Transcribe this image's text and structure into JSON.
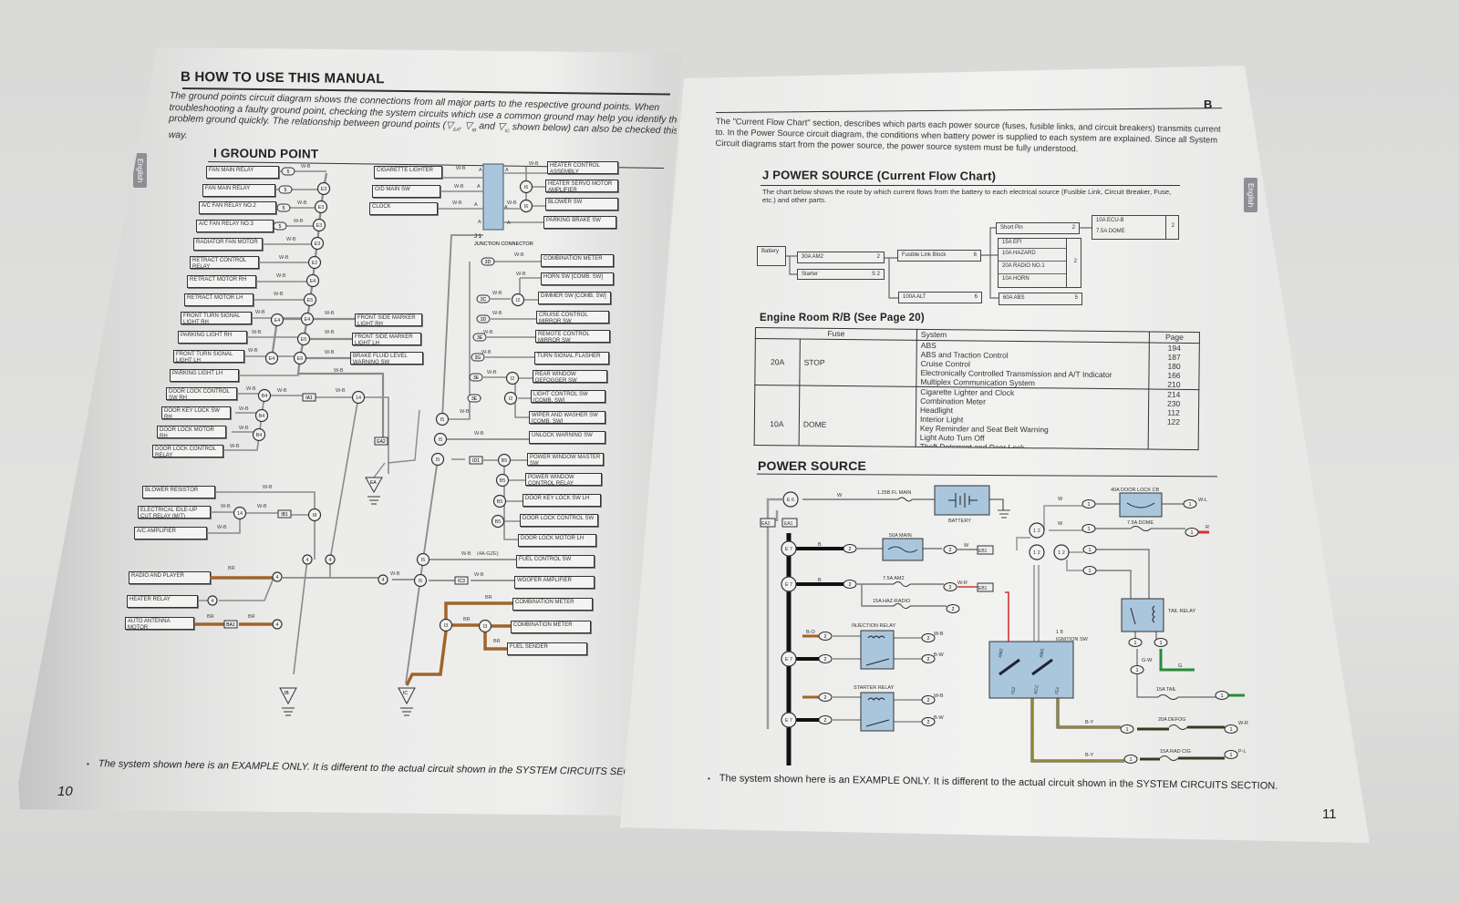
{
  "left_page": {
    "section_title": "B HOW TO USE THIS MANUAL",
    "intro_before": "The ground points circuit diagram shows the connections from all major parts to the respective ground points. When troubleshooting a faulty ground point, checking the system circuits which use a common ground may help you identify the problem ground quickly. The relationship between ground points (",
    "ground_symbols": [
      "EA",
      "IB",
      "IC"
    ],
    "intro_sep1": ", ",
    "intro_sep2": " and ",
    "intro_after": " shown below) can also be checked this way.",
    "ground_point_heading": "I GROUND POINT",
    "language_tab": "English",
    "components": [
      "FAN MAIN RELAY",
      "FAN MAIN RELAY",
      "A/C FAN RELAY NO.2",
      "A/C FAN RELAY NO.3",
      "RADIATOR FAN MOTOR",
      "RETRACT CONTROL RELAY",
      "RETRACT MOTOR RH",
      "RETRACT MOTOR LH",
      "FRONT TURN SIGNAL LIGHT RH",
      "PARKING LIGHT RH",
      "FRONT TURN SIGNAL LIGHT LH",
      "PARKING LIGHT LH",
      "DOOR LOCK CONTROL SW RH",
      "DOOR KEY LOCK SW RH",
      "DOOR LOCK MOTOR RH",
      "DOOR LOCK CONTROL RELAY",
      "BLOWER RESISTOR",
      "ELECTRICAL IDLE-UP CUT RELAY (M/T)",
      "A/C AMPLIFIER",
      "RADIO AND PLAYER",
      "HEATER RELAY",
      "AUTO ANTENNA MOTOR",
      "FRONT SIDE MARKER LIGHT RH",
      "FRONT SIDE MARKER LIGHT LH",
      "BRAKE FLUID LEVEL WARNING SW",
      "CIGARETTE LIGHTER",
      "O/D MAIN SW",
      "CLOCK",
      "HEATER CONTROL ASSEMBLY",
      "HEATER SERVO MOTOR AMPLIFIER",
      "BLOWER SW",
      "PARKING BRAKE SW",
      "COMBINATION METER",
      "HORN SW [COMB. SW]",
      "DIMMER SW [COMB. SW]",
      "CRUISE CONTROL MIRROR SW",
      "REMOTE CONTROL MIRROR SW",
      "TURN SIGNAL FLASHER",
      "REAR WINDOW DEFOGGER SW",
      "LIGHT CONTROL SW [COMB. SW]",
      "WIPER AND WASHER SW [COMB. SW]",
      "UNLOCK WARNING SW",
      "POWER WINDOW MASTER SW",
      "POWER WINDOW CONTROL RELAY",
      "DOOR KEY LOCK SW LH",
      "DOOR LOCK CONTROL SW",
      "DOOR LOCK MOTOR LH",
      "FUEL CONTROL SW",
      "WOOFER AMPLIFIER",
      "COMBINATION METER",
      "COMBINATION METER",
      "FUEL SENDER"
    ],
    "nodes": [
      "E3",
      "E3",
      "E3",
      "E3",
      "E2",
      "E4",
      "E5",
      "E4",
      "E4",
      "E5",
      "E6",
      "E4",
      "B4",
      "B4",
      "B4",
      "14",
      "14",
      "I8",
      "4",
      "4",
      "4",
      "4",
      "4",
      "4",
      "I6",
      "I6",
      "I2",
      "I2",
      "I2",
      "I5",
      "I5",
      "I5",
      "B5",
      "B5",
      "B5",
      "B5",
      "I5",
      "I5",
      "I3",
      "I3"
    ],
    "connectors": [
      "5",
      "5",
      "5",
      "5",
      "3D",
      "3C",
      "3D",
      "3E",
      "3G",
      "3E",
      "3E",
      "IA1",
      "IB1",
      "ID1",
      "IC3",
      "BA1",
      "EA2"
    ],
    "wire_codes": {
      "wb": "W-B",
      "br": "BR",
      "a": "A",
      "fuel_note": "(4A-GZE)"
    },
    "junction": {
      "id": "J 1",
      "label": "JUNCTION CONNECTOR"
    },
    "footnote": "The system shown here is an EXAMPLE ONLY. It is different to the actual circuit shown in the SYSTEM CIRCUITS SECTION.",
    "page_number": "10"
  },
  "right_page": {
    "section_letter": "B",
    "intro": "The \"Current Flow Chart\" section, describes which parts each power source (fuses, fusible links, and circuit breakers) transmits current to. In the Power Source circuit diagram, the conditions when battery power is supplied to each system are explained. Since all System Circuit diagrams start from the power source, the power source system must be fully understood.",
    "heading": "J POWER SOURCE (Current Flow Chart)",
    "subtext": "The chart below shows the route by which current flows from the battery to each electrical source (Fusible Link, Circuit Breaker, Fuse, etc.) and other parts.",
    "language_tab": "English",
    "flow": {
      "battery": "Battery",
      "am2": "30A AM2",
      "am2_no": "2",
      "starter": "Starter",
      "starter_no": "S 2",
      "fusible": "Fusible Link Block",
      "fusible_no": "6",
      "short_pin": "Short Pin",
      "short_pin_no": "2",
      "group": [
        "15A EFI",
        "10A HAZARD",
        "20A RADIO NO.1",
        "10A HORN"
      ],
      "group_no": "2",
      "ecu_group": [
        "10A ECU-B",
        "7.5A DOME"
      ],
      "ecu_no": "2",
      "alt": "100A ALT",
      "alt_no": "6",
      "abs": "60A ABS",
      "abs_no": "5"
    },
    "table": {
      "title": "Engine Room R/B (See Page 20)",
      "headers": {
        "fuse": "Fuse",
        "system": "System",
        "page": "Page"
      },
      "rows": [
        {
          "amp": "20A",
          "name": "STOP",
          "systems": [
            "ABS",
            "ABS and Traction Control",
            "Cruise Control",
            "Electronically Controlled Transmission and A/T Indicator",
            "Multiplex Communication System"
          ],
          "pages": [
            "194",
            "187",
            "180",
            "166",
            "210"
          ]
        },
        {
          "amp": "10A",
          "name": "DOME",
          "systems": [
            "Cigarette Lighter and Clock",
            "Combination Meter",
            "Headlight",
            "Interior Light",
            "Key Reminder and Seat Belt Warning",
            "Light Auto Turn Off",
            "Theft Deterrent and Door Lock"
          ],
          "pages": [
            "214",
            "230",
            "112",
            "122"
          ]
        }
      ]
    },
    "power_source_heading": "POWER SOURCE",
    "diagram": {
      "fl_main": "1.25B FL MAIN",
      "battery": "BATTERY",
      "main50": "50A MAIN",
      "am2": "7.5A AM2",
      "haz": "15A HAZ-RADIO",
      "inj": "INJECTION RELAY",
      "starter": "STARTER RELAY",
      "ign": "IGNITION SW",
      "ign_no": "1 8",
      "door_cb": "40A DOOR LOCK CB",
      "dome": "7.5A DOME",
      "tail_relay": "TAIL RELAY",
      "tail": "15A TAIL",
      "defog": "20A DEFOG",
      "radcig": "15A RAD CIG",
      "e6": "E 6",
      "e7": "E 7",
      "n12": "1 2",
      "ea2": "EA2",
      "ea1": "EA1",
      "eb1": "EB1",
      "am2_pin": "AM2",
      "am1_pin": "AM1",
      "ig2_pin": "IG2",
      "acc_pin": "ACC",
      "ig1_pin": "IG1",
      "w": "W",
      "b": "B",
      "wr": "W-R",
      "bo": "B-O",
      "wb": "W-B",
      "bw": "B-W",
      "wl": "W-L",
      "r": "R",
      "g": "G",
      "gw": "G-W",
      "by": "B-Y",
      "pl": "P-L",
      "c2": "2",
      "c1": "1"
    },
    "footnote": "The system shown here is an EXAMPLE ONLY. It is different to the actual circuit shown in the SYSTEM CIRCUITS SECTION.",
    "page_number": "11"
  },
  "colors": {
    "wire_brown": "#a0642a",
    "relay_blue": "#a9c6dc",
    "wire_red": "#d83030",
    "wire_green": "#2a8a3a",
    "wire_yellow": "#c8b84a"
  }
}
